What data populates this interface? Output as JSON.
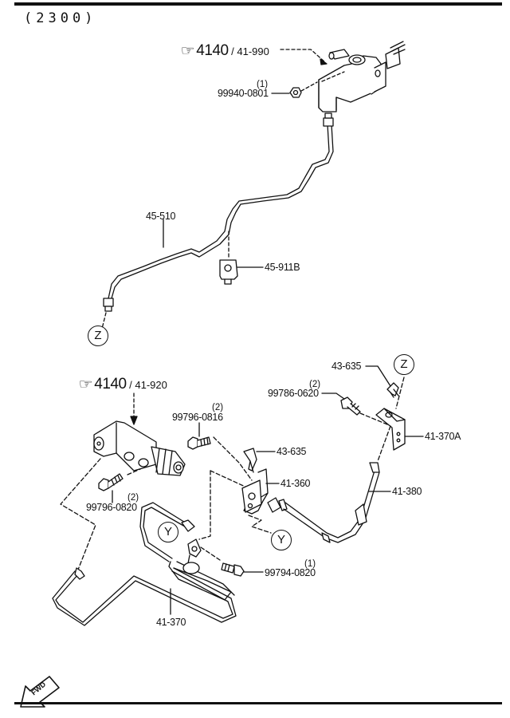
{
  "page": {
    "group_code": "(2300)",
    "fwd_label": "FWD"
  },
  "references": [
    {
      "id": "master-cyl-ref",
      "section": "4140",
      "part": "41-990"
    },
    {
      "id": "release-cyl-ref",
      "section": "4140",
      "part": "41-920"
    }
  ],
  "parts": {
    "nut_top": {
      "number": "99940-0801",
      "qty": "(1)"
    },
    "pipe_upper": {
      "number": "45-510"
    },
    "clip_upper": {
      "number": "45-911B"
    },
    "bolt_0816": {
      "number": "99796-0816",
      "qty": "(2)"
    },
    "bolt_0820": {
      "number": "99796-0820",
      "qty": "(2)"
    },
    "clip_43635_left": {
      "number": "43-635"
    },
    "bracket_41360": {
      "number": "41-360"
    },
    "bolt_99794": {
      "number": "99794-0820",
      "qty": "(1)"
    },
    "pipe_41370": {
      "number": "41-370"
    },
    "clip_43635_right": {
      "number": "43-635"
    },
    "bolt_99786": {
      "number": "99786-0620",
      "qty": "(2)"
    },
    "bracket_41370a": {
      "number": "41-370A"
    },
    "hose_41380": {
      "number": "41-380"
    }
  },
  "callouts": {
    "z": "Z",
    "y": "Y"
  }
}
